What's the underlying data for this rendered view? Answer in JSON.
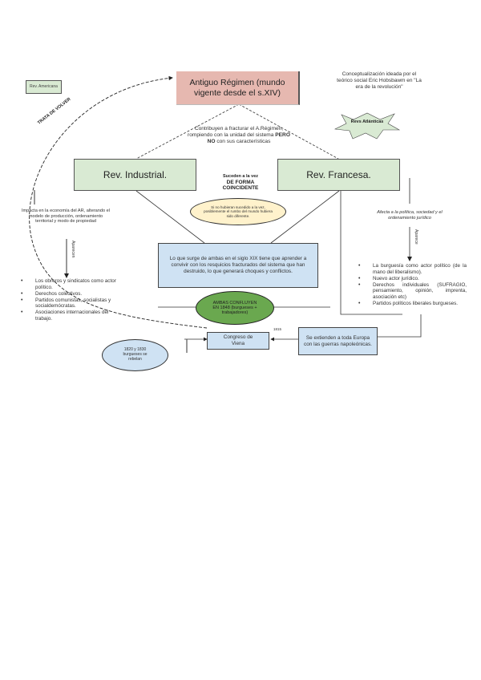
{
  "nodes": {
    "antiguo_regimen": "Antiguo Régimen (mundo vigente desde el s.XIV)",
    "rev_americana": "Rev. Americana",
    "conceptualizacion": "Conceptualización ideada por el teórico social Eric Hobsbawm en \"La era de la revolución\"",
    "revs_atlanticas": "Revs Atlánticas",
    "contribuyen": {
      "part1": "Contribuyen a fracturar el A.Régimen, rompiendo con la unidad del sistema ",
      "bold": "PERO NO",
      "part2": " con sus características"
    },
    "rev_industrial": "Rev. Industrial.",
    "rev_francesa": "Rev. Francesa.",
    "suceden": {
      "line1": "Suceden a la vez",
      "bold": "DE FORMA COINCIDENTE"
    },
    "si_no_hubieran": "Si no hubieran sucedido a la vez, posiblemente el rumbo del mundo hubiera sido diferente.",
    "impacta": "Impacta en la economía del AR, alterando el modelo de producción, ordenamiento territorial y modo de propiedad",
    "afecta": "Afecta a la política, sociedad y el ordenamiento jurídico",
    "lo_que_surge": "Lo que surge de ambas en el siglo XIX tiene que aprender a convivir con los resquicios fracturados del sistema que han destruido, lo que generará choques y conflictos.",
    "ambas_confluyen": "AMBAS CONFLUYEN EN 1848 (burgueses + trabajadores)",
    "congreso_viena": "Congreso de Viena",
    "se_extienden": "Se extienden a toda Europa con las guerras napoleónicas.",
    "burgueses_rebelan": "1820 y 1830 burgueses se rebelan",
    "year_1815": "1815"
  },
  "edge_labels": {
    "trata_de_volver": "TRATA DE VOLVER",
    "aparecen": "Aparecen",
    "aparece": "Aparece"
  },
  "industrial_consequences": [
    "Los obreros y sindicatos como actor político.",
    "Derechos colectivos.",
    "Partidos comunistas, socialistas y socialdemócratas.",
    "Asociaciones internacionales del trabajo."
  ],
  "francesa_consequences": [
    "La burguesía como actor político (de la mano del liberalismo).",
    "Nuevo actor jurídico.",
    "Derechos individuales (SUFRAGIO, pensamiento, opinión, imprenta, asociación etc)",
    "Partidos políticos liberales burgueses."
  ],
  "colors": {
    "pink": "#e6b8b0",
    "green_box": "#d9ead3",
    "blue_box": "#cfe2f3",
    "yellow_ellipse": "#fff2cc",
    "green_ellipse": "#6aa84f"
  }
}
